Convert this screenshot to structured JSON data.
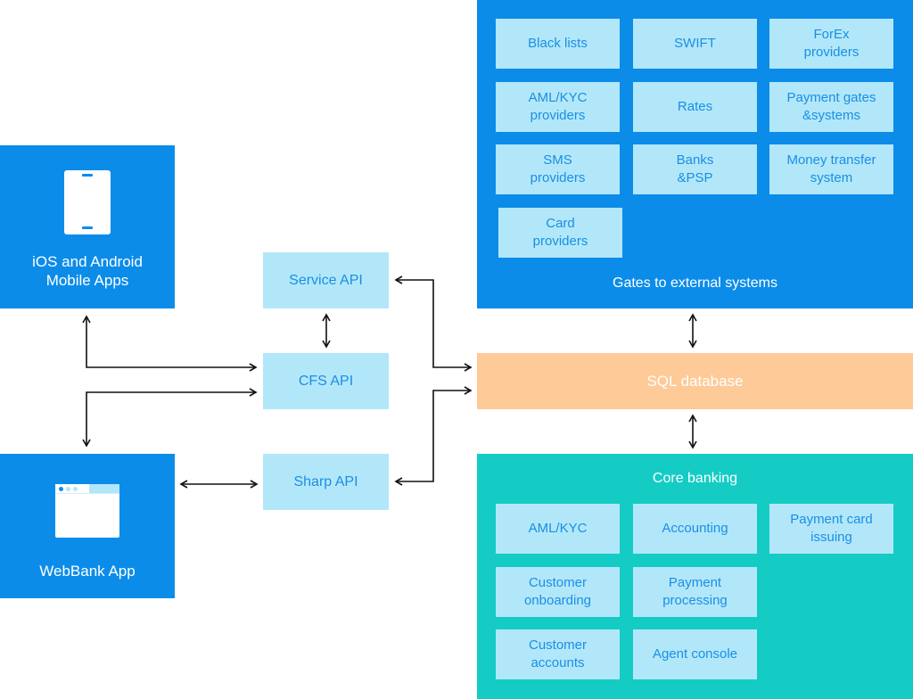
{
  "clients": {
    "mobile_label": "iOS and Android\nMobile Apps",
    "web_label": "WebBank App"
  },
  "apis": {
    "service": "Service API",
    "cfs": "CFS API",
    "sharp": "Sharp API"
  },
  "gates": {
    "title": "Gates to external systems",
    "items": [
      "Black lists",
      "SWIFT",
      "ForEx\nproviders",
      "AML/KYC\nproviders",
      "Rates",
      "Payment gates\n&systems",
      "SMS\nproviders",
      "Banks\n&PSP",
      "Money transfer\nsystem",
      "Card\nproviders"
    ]
  },
  "sql": {
    "label": "SQL database"
  },
  "core": {
    "title": "Core banking",
    "items": [
      "AML/KYC",
      "Accounting",
      "Payment card\nissuing",
      "Customer\nonboarding",
      "Payment\nprocessing",
      "Customer\naccounts",
      "Agent console"
    ]
  },
  "colors": {
    "client_blue": "#0C8CE9",
    "box_light": "#B2E7FA",
    "box_text": "#1A8FE3",
    "sql_orange": "#FDCA98",
    "core_teal": "#14CCC4"
  }
}
